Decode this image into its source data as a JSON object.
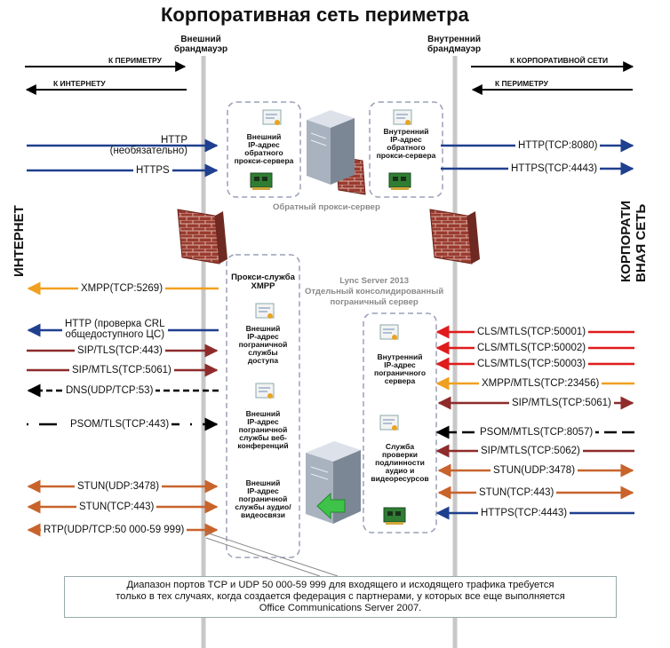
{
  "title": "Корпоративная сеть периметра",
  "firewalls": {
    "external": "Внешний\nбрандмауэр",
    "internal": "Внутренний\nбрандмауэр"
  },
  "directions": {
    "to_perimeter_left": "К ПЕРИМЕТРУ",
    "to_internet": "К ИНТЕРНЕТУ",
    "to_corporate": "К КОРПОРАТИВНОЙ СЕТИ",
    "to_perimeter_right": "К ПЕРИМЕТРУ"
  },
  "sides": {
    "internet": "ИНТЕРНЕТ",
    "corporate": "КОРПОРАТИ\nВНАЯ СЕТЬ"
  },
  "reverse_proxy": {
    "external_ip": "Внешний\nIP-адрес\nобратного\nпрокси-сервера",
    "internal_ip": "Внутренний\nIP-адрес\nобратного\nпрокси-сервера",
    "caption": "Обратный прокси-сервер"
  },
  "edge": {
    "caption": "Lync Server 2013\nОтдельный консолидированный\nпограничный сервер",
    "xmpp_proxy": "Прокси-служба\nXMPP",
    "access_ip": "Внешний\nIP-адрес\nпограничной\nслужбы\nдоступа",
    "webconf_ip": "Внешний\nIP-адрес\nпограничной\nслужбы веб-\nконференций",
    "av_ip": "Внешний\nIP-адрес\nпограничной\nслужбы аудио/\nвидеосвязи",
    "internal_ip": "Внутренний\nIP-адрес\nпограничного\nсервера",
    "av_auth": "Служба\nпроверки\nподлинности\nаудио и\nвидеоресурсов"
  },
  "cert_label": "cert-icon",
  "nic_label": "network-card-icon",
  "left_ports": [
    {
      "label": "HTTP\n(необязательно)",
      "color": "#1f3f8f"
    },
    {
      "label": "HTTPS",
      "color": "#1f3f8f"
    },
    {
      "label": "XMPP(TCP:5269)",
      "color": "#f0a020"
    },
    {
      "label": "HTTP (проверка CRL\nобщедоступного ЦС)",
      "color": "#1f3f8f"
    },
    {
      "label": "SIP/TLS(TCP:443)",
      "color": "#8e2b2b"
    },
    {
      "label": "SIP/MTLS(TCP:5061)",
      "color": "#8e2b2b"
    },
    {
      "label": "DNS(UDP/TCP:53)",
      "color": "#000000"
    },
    {
      "label": "PSOM/TLS(TCP:443)",
      "color": "#000000"
    },
    {
      "label": "STUN(UDP:3478)",
      "color": "#c8632c"
    },
    {
      "label": "STUN(TCP:443)",
      "color": "#c8632c"
    },
    {
      "label": "RTP(UDP/TCP:50 000-59 999)",
      "color": "#c8632c"
    }
  ],
  "right_ports": [
    {
      "label": "HTTP(TCP:8080)",
      "color": "#1f3f8f"
    },
    {
      "label": "HTTPS(TCP:4443)",
      "color": "#1f3f8f"
    },
    {
      "label": "CLS/MTLS(TCP:50001)",
      "color": "#e01b1b"
    },
    {
      "label": "CLS/MTLS(TCP:50002)",
      "color": "#e01b1b"
    },
    {
      "label": "CLS/MTLS(TCP:50003)",
      "color": "#e01b1b"
    },
    {
      "label": "XMPP/MTLS(TCP:23456)",
      "color": "#f0a020"
    },
    {
      "label": "SIP/MTLS(TCP:5061)",
      "color": "#8e2b2b"
    },
    {
      "label": "PSOM/MTLS(TCP:8057)",
      "color": "#000000"
    },
    {
      "label": "SIP/MTLS(TCP:5062)",
      "color": "#8e2b2b"
    },
    {
      "label": "STUN(UDP:3478)",
      "color": "#c8632c"
    },
    {
      "label": "STUN(TCP:443)",
      "color": "#c8632c"
    },
    {
      "label": "HTTPS(TCP:4443)",
      "color": "#1f3f8f"
    }
  ],
  "note": "Диапазон портов TCP и UDP 50 000-59 999 для входящего и исходящего трафика требуется\nтолько в тех случаях, когда создается федерация с партнерами, у которых все еще выполняется\nOffice Communications Server 2007."
}
